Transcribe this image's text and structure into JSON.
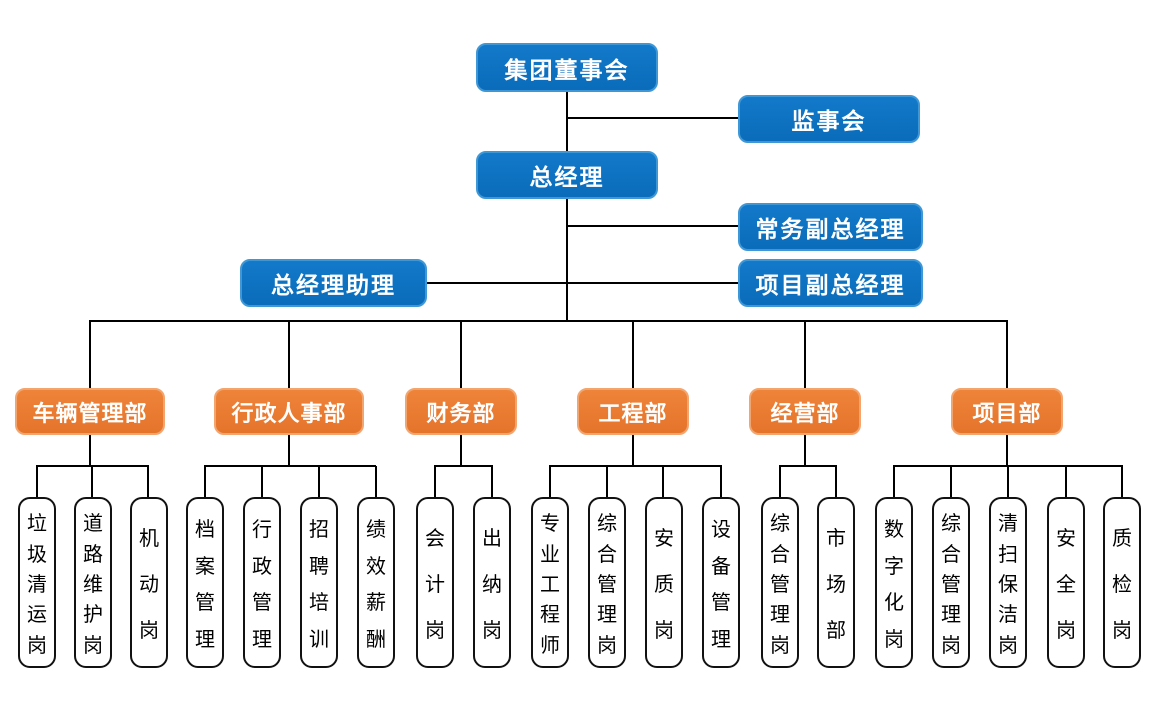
{
  "colors": {
    "executive_fill": "#0d72c3",
    "executive_border": "#3f97d5",
    "department_fill": "#e97c30",
    "department_border": "#f2a56e",
    "position_fill": "#ffffff",
    "position_border": "#111111",
    "connector": "#000000",
    "background": "#ffffff"
  },
  "executives": {
    "board": "集团董事会",
    "supervisory": "监事会",
    "gm": "总经理",
    "deputy_exec": "常务副总经理",
    "gm_assistant": "总经理助理",
    "deputy_project": "项目副总经理"
  },
  "departments": [
    {
      "label": "车辆管理部",
      "positions": [
        "垃圾清运岗",
        "道路维护岗",
        "机动岗"
      ]
    },
    {
      "label": "行政人事部",
      "positions": [
        "档案管理",
        "行政管理",
        "招聘培训",
        "绩效薪酬"
      ]
    },
    {
      "label": "财务部",
      "positions": [
        "会计岗",
        "出纳岗"
      ]
    },
    {
      "label": "工程部",
      "positions": [
        "专业工程师",
        "综合管理岗",
        "安质岗",
        "设备管理"
      ]
    },
    {
      "label": "经营部",
      "positions": [
        "综合管理岗",
        "市场部"
      ]
    },
    {
      "label": "项目部",
      "positions": [
        "数字化岗",
        "综合管理岗",
        "清扫保洁岗",
        "安全岗",
        "质检岗"
      ]
    }
  ]
}
